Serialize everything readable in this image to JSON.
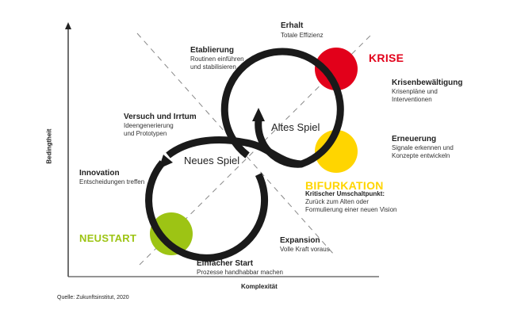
{
  "axes": {
    "y_label": "Bedingtheit",
    "x_label": "Komplexität"
  },
  "source": "Quelle: Zukunftsinstitut, 2020",
  "loops": {
    "old": "Altes Spiel",
    "new": "Neues Spiel"
  },
  "phases": {
    "krise": {
      "label": "KRISE",
      "color": "#e2001a"
    },
    "bifurkation": {
      "label": "BIFURKATION",
      "color": "#ffd500",
      "title": "Kritischer Umschaltpunkt:",
      "line1": "Zurück zum Alten oder",
      "line2": "Formulierung einer neuen Vision"
    },
    "neustart": {
      "label": "NEUSTART",
      "color": "#9dc414"
    }
  },
  "stages": {
    "erhalt": {
      "title": "Erhalt",
      "line1": "Totale Effizienz"
    },
    "etablierung": {
      "title": "Etablierung",
      "line1": "Routinen einführen",
      "line2": "und stabilisieren"
    },
    "versuch": {
      "title": "Versuch und Irrtum",
      "line1": "Ideengenerierung",
      "line2": "und Prototypen"
    },
    "innovation": {
      "title": "Innovation",
      "line1": "Entscheidungen treffen"
    },
    "krisenbewaeltigung": {
      "title": "Krisenbewältigung",
      "line1": "Krisenpläne und",
      "line2": "Interventionen"
    },
    "erneuerung": {
      "title": "Erneuerung",
      "line1": "Signale erkennen und",
      "line2": "Konzepte entwickeln"
    },
    "expansion": {
      "title": "Expansion",
      "line1": "Volle Kraft voraus"
    },
    "einfacher_start": {
      "title": "Einfacher Start",
      "line1": "Prozesse handhabbar machen"
    }
  }
}
